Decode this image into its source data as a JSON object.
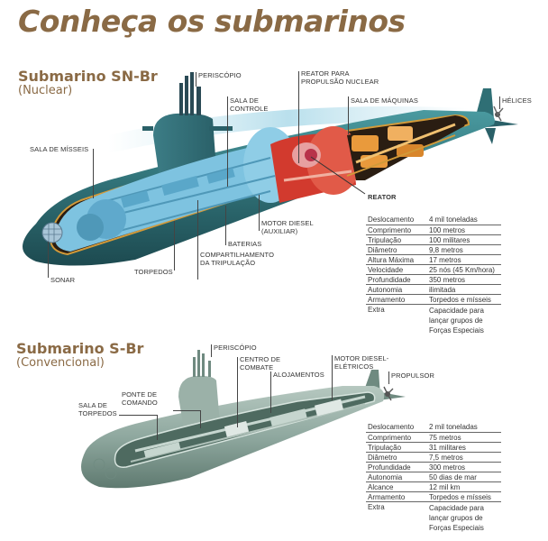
{
  "title": "Conheça os submarinos",
  "colors": {
    "title_brown": "#8a6a45",
    "nuclear_hull": "#2f6f75",
    "nuclear_forward_section": "#7ec3e0",
    "nuclear_reactor_section": "#d23a2e",
    "nuclear_engine_section": "#e99a3c",
    "conventional_hull": "#8fa89f"
  },
  "nuclear": {
    "name": "Submarino SN-Br",
    "type": "(Nuclear)",
    "labels": {
      "periscope": "PERISCÓPIO",
      "control_room": "SALA DE\nCONTROLE",
      "reactor_propulsion": "REATOR PARA\nPROPULSÃO NUCLEAR",
      "engine_room": "SALA DE MÁQUINAS",
      "propellers": "HÉLICES",
      "missile_room": "SALA DE MÍSSEIS",
      "reactor": "REATOR",
      "diesel_motor": "MOTOR DIESEL\n(AUXILIAR)",
      "batteries": "BATERIAS",
      "crew_quarters": "COMPARTILHAMENTO\nDA TRIPULAÇÃO",
      "torpedoes": "TORPEDOS",
      "sonar": "SONAR"
    },
    "specs": [
      {
        "key": "Deslocamento",
        "value": "4 mil toneladas"
      },
      {
        "key": "Comprimento",
        "value": "100 metros"
      },
      {
        "key": "Tripulação",
        "value": "100 militares"
      },
      {
        "key": "Diâmetro",
        "value": "9,8 metros"
      },
      {
        "key": "Altura Máxima",
        "value": "17 metros"
      },
      {
        "key": "Velocidade",
        "value": "25 nós (45 Km/hora)"
      },
      {
        "key": "Profundidade",
        "value": "350 metros"
      },
      {
        "key": "Autonomia",
        "value": "ilimitada"
      },
      {
        "key": "Armamento",
        "value": "Torpedos e mísseis"
      },
      {
        "key": "Extra",
        "value": "Capacidade para lançar grupos de Forças Especiais"
      }
    ]
  },
  "conventional": {
    "name": "Submarino S-Br",
    "type": "(Convencional)",
    "labels": {
      "periscope": "PERISCÓPIO",
      "combat_center": "CENTRO DE\nCOMBATE",
      "quarters": "ALOJAMENTOS",
      "diesel_electric": "MOTOR DIESEL-\nELÉTRICOS",
      "propulsor": "PROPULSOR",
      "bridge": "PONTE DE\nCOMANDO",
      "torpedo_room": "SALA DE\nTORPEDOS"
    },
    "specs": [
      {
        "key": "Deslocamento",
        "value": "2 mil toneladas"
      },
      {
        "key": "Comprimento",
        "value": "75 metros"
      },
      {
        "key": "Tripulação",
        "value": "31 militares"
      },
      {
        "key": "Diâmetro",
        "value": "7,5 metros"
      },
      {
        "key": "Profundidade",
        "value": "300 metros"
      },
      {
        "key": "Autonomia",
        "value": "50 dias de mar"
      },
      {
        "key": "Alcance",
        "value": "12 mil km"
      },
      {
        "key": "Armamento",
        "value": "Torpedos e mísseis"
      },
      {
        "key": "Extra",
        "value": "Capacidade para lançar grupos de Forças Especiais"
      }
    ]
  }
}
